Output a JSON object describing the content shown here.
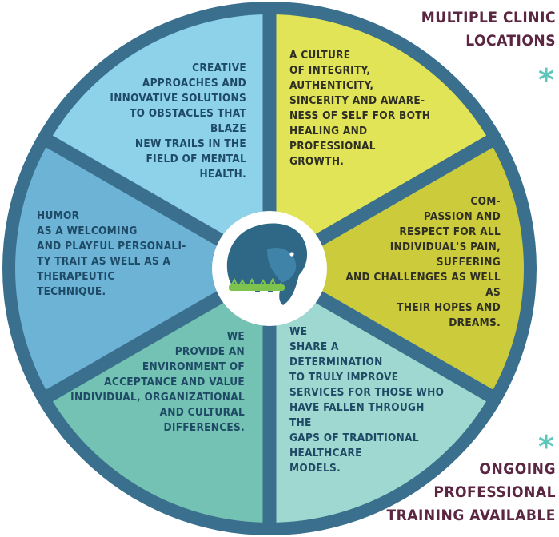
{
  "segments": {
    "creative": "CREATIVE\nAPPROACHES AND\nINNOVATIVE SOLUTIONS\nTO OBSTACLES THAT BLAZE\nNEW TRAILS IN THE\nFIELD OF MENTAL\nHEALTH.",
    "culture": "A CULTURE\nOF INTEGRITY,\nAUTHENTICITY,\nSINCERITY AND AWARE-\nNESS OF SELF FOR BOTH\nHEALING AND\nPROFESSIONAL\nGROWTH.",
    "compassion": "COM-\nPASSION AND\nRESPECT FOR ALL\nINDIVIDUAL'S PAIN, SUFFERING\nAND CHALLENGES AS WELL AS\nTHEIR HOPES AND\nDREAMS.",
    "determination": "WE\nSHARE A\nDETERMINATION\nTO TRULY IMPROVE\nSERVICES FOR THOSE WHO\nHAVE FALLEN THROUGH THE\nGAPS OF TRADITIONAL\nHEALTHCARE\nMODELS.",
    "environment": "WE\nPROVIDE AN\nENVIRONMENT OF\nACCEPTANCE AND VALUE\nINDIVIDUAL, ORGANIZATIONAL\nAND CULTURAL\nDIFFERENCES.",
    "humor": "HUMOR\nAS A WELCOMING\nAND PLAYFUL PERSONALI-\nTY TRAIT AS WELL AS A\nTHERAPEUTIC\nTECHNIQUE."
  },
  "corners": {
    "top_right": "MULTIPLE CLINIC\nLOCATIONS",
    "bottom_right": "ONGOING\nPROFESSIONAL\nTRAINING AVAILABLE",
    "asterisk_glyph": "*"
  },
  "colors": {
    "ring": "#3a6f8d",
    "seg_creative": "#8ed2ea",
    "seg_culture": "#e2e457",
    "seg_compassion": "#cccb3c",
    "seg_determination": "#9fd8d0",
    "seg_environment": "#73c2b3",
    "seg_humor": "#6cb3d6",
    "accent_teal": "#5cc7bb",
    "corner_text": "#5b2641"
  },
  "icons": {
    "center": "elephant-logo-icon"
  }
}
